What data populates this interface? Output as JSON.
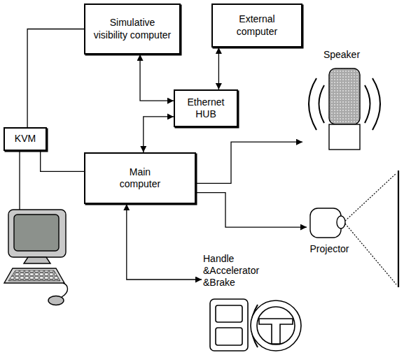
{
  "diagram": {
    "nodes": [
      {
        "text": [
          "Simulative visibility computer"
        ]
      },
      {
        "text": [
          "External computer"
        ]
      },
      {
        "text": [
          "KVM"
        ]
      },
      {
        "text": [
          "Ethernet HUB"
        ]
      },
      {
        "text": [
          "Main computer"
        ]
      },
      {
        "text": [
          "Speaker"
        ]
      },
      {
        "text": [
          "Projector"
        ]
      },
      {
        "text": [
          "Handle &Accelerator &Brake"
        ]
      }
    ],
    "edges": [
      {
        "from": 0,
        "to": 2,
        "arrow": "none"
      },
      {
        "from": 2,
        "to": 4,
        "arrow": "none"
      },
      {
        "from": 0,
        "to": 3,
        "arrow": "both"
      },
      {
        "from": 1,
        "to": 3,
        "arrow": "both"
      },
      {
        "from": 4,
        "to": 3,
        "arrow": "both"
      },
      {
        "from": 4,
        "to": 5,
        "arrow": "to"
      },
      {
        "from": 4,
        "to": 6,
        "arrow": "to"
      },
      {
        "from": 4,
        "to": 7,
        "arrow": "both"
      }
    ]
  }
}
